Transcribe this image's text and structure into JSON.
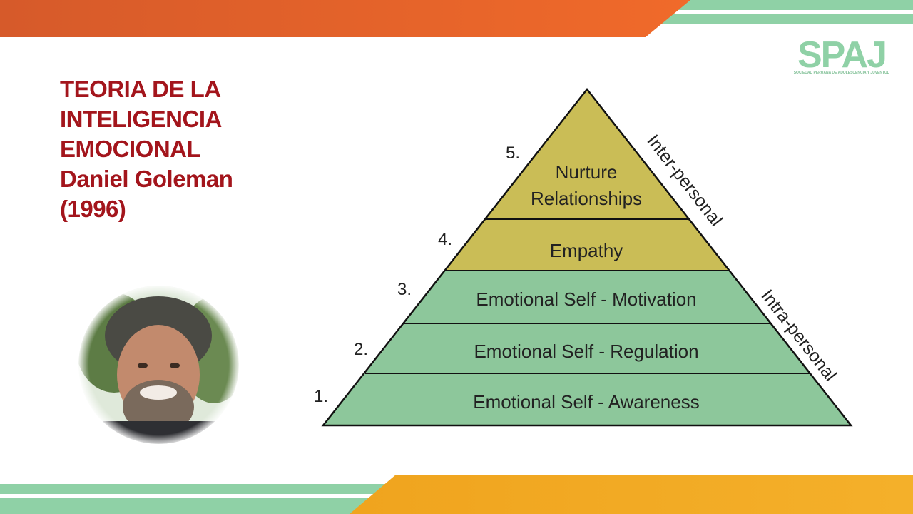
{
  "title": {
    "line1": "TEORIA DE LA",
    "line2": "INTELIGENCIA",
    "line3": "EMOCIONAL",
    "line4": "Daniel Goleman",
    "line5": "(1996)"
  },
  "logo": {
    "text": "SPAJ",
    "subtitle": "SOCIEDAD PERUANA DE ADOLESCENCIA Y JUVENTUD"
  },
  "pyramid": {
    "levels": [
      {
        "number": "5.",
        "lines": [
          "Nurture",
          "Relationships"
        ],
        "color": "#cabd56"
      },
      {
        "number": "4.",
        "lines": [
          "Empathy"
        ],
        "color": "#cabd56"
      },
      {
        "number": "3.",
        "lines": [
          "Emotional Self - Motivation"
        ],
        "color": "#8dc79b"
      },
      {
        "number": "2.",
        "lines": [
          "Emotional Self - Regulation"
        ],
        "color": "#8dc79b"
      },
      {
        "number": "1.",
        "lines": [
          "Emotional Self - Awareness"
        ],
        "color": "#8dc79b"
      }
    ],
    "side_labels": {
      "upper": "Inter-personal",
      "lower": "Intra-personal"
    }
  },
  "colors": {
    "title": "#a3151c",
    "orange": "#e2602a",
    "green": "#8fd1a6",
    "yellow": "#f2aa1e",
    "olive": "#cabd56",
    "mint": "#8dc79b"
  }
}
